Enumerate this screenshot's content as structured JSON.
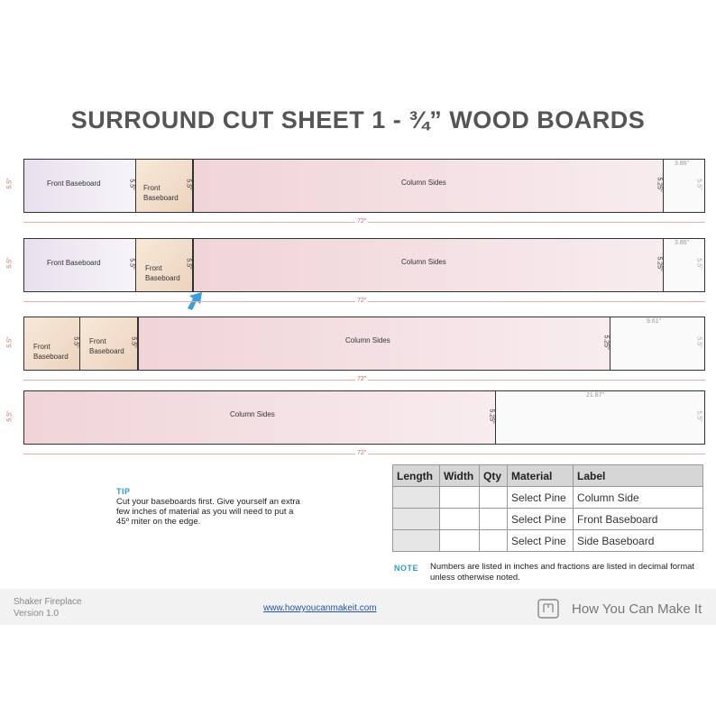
{
  "title": "SURROUND CUT SHEET 1 - ¾” WOOD BOARDS",
  "boards": [
    {
      "width_label": "72\"",
      "height_label": "5.5\"",
      "waste_label": "3.86\"",
      "waste_height": "5.5\"",
      "pieces": [
        {
          "label": "Front Baseboard",
          "height": "5.5\""
        },
        {
          "label": "Front Baseboard",
          "height": "5.5\""
        },
        {
          "label": "Column Sides",
          "height": "5.25\""
        }
      ]
    },
    {
      "width_label": "72\"",
      "height_label": "5.5\"",
      "waste_label": "3.86\"",
      "waste_height": "5.5\"",
      "pieces": [
        {
          "label": "Front Baseboard",
          "height": "5.5\""
        },
        {
          "label": "Front Baseboard",
          "height": "5.5\""
        },
        {
          "label": "Column Sides",
          "height": "5.25\""
        }
      ]
    },
    {
      "width_label": "72\"",
      "height_label": "5.5\"",
      "waste_label": "9.61\"",
      "waste_height": "5.5\"",
      "pieces": [
        {
          "label": "Front Baseboard",
          "height": "5.5\""
        },
        {
          "label": "Front Baseboard",
          "height": "5.5\""
        },
        {
          "label": "Column Sides",
          "height": "5.25\""
        }
      ]
    },
    {
      "width_label": "72\"",
      "height_label": "5.5\"",
      "waste_label": "21.87\"",
      "waste_height": "5.5\"",
      "pieces": [
        {
          "label": "Column Sides",
          "height": "5.25\""
        }
      ]
    }
  ],
  "tip": {
    "heading": "TIP",
    "text": "Cut your baseboards first. Give yourself an extra few inches of material as you will need to put a 45º miter on the edge."
  },
  "table": {
    "headers": [
      "Length",
      "Width",
      "Qty",
      "Material",
      "Label"
    ],
    "rows": [
      {
        "material": "Select Pine",
        "label": "Column Side"
      },
      {
        "material": "Select Pine",
        "label": "Front Baseboard"
      },
      {
        "material": "Select Pine",
        "label": "Side Baseboard"
      }
    ]
  },
  "note": {
    "heading": "NOTE",
    "text": "Numbers are listed in inches and fractions are listed in decimal format unless otherwise noted."
  },
  "footer": {
    "project": "Shaker Fireplace",
    "version": "Version 1.0",
    "link": "www.howyoucanmakeit.com",
    "brand": "How You Can Make It",
    "logo_icon": "box-logo-icon"
  },
  "colors": {
    "accent": "#3399cc",
    "dimension": "#cc6666",
    "baseboard_lavender": "#e8e0ee",
    "baseboard_tan": "#ecd4bf",
    "column_pink": "#f0d4d8"
  }
}
